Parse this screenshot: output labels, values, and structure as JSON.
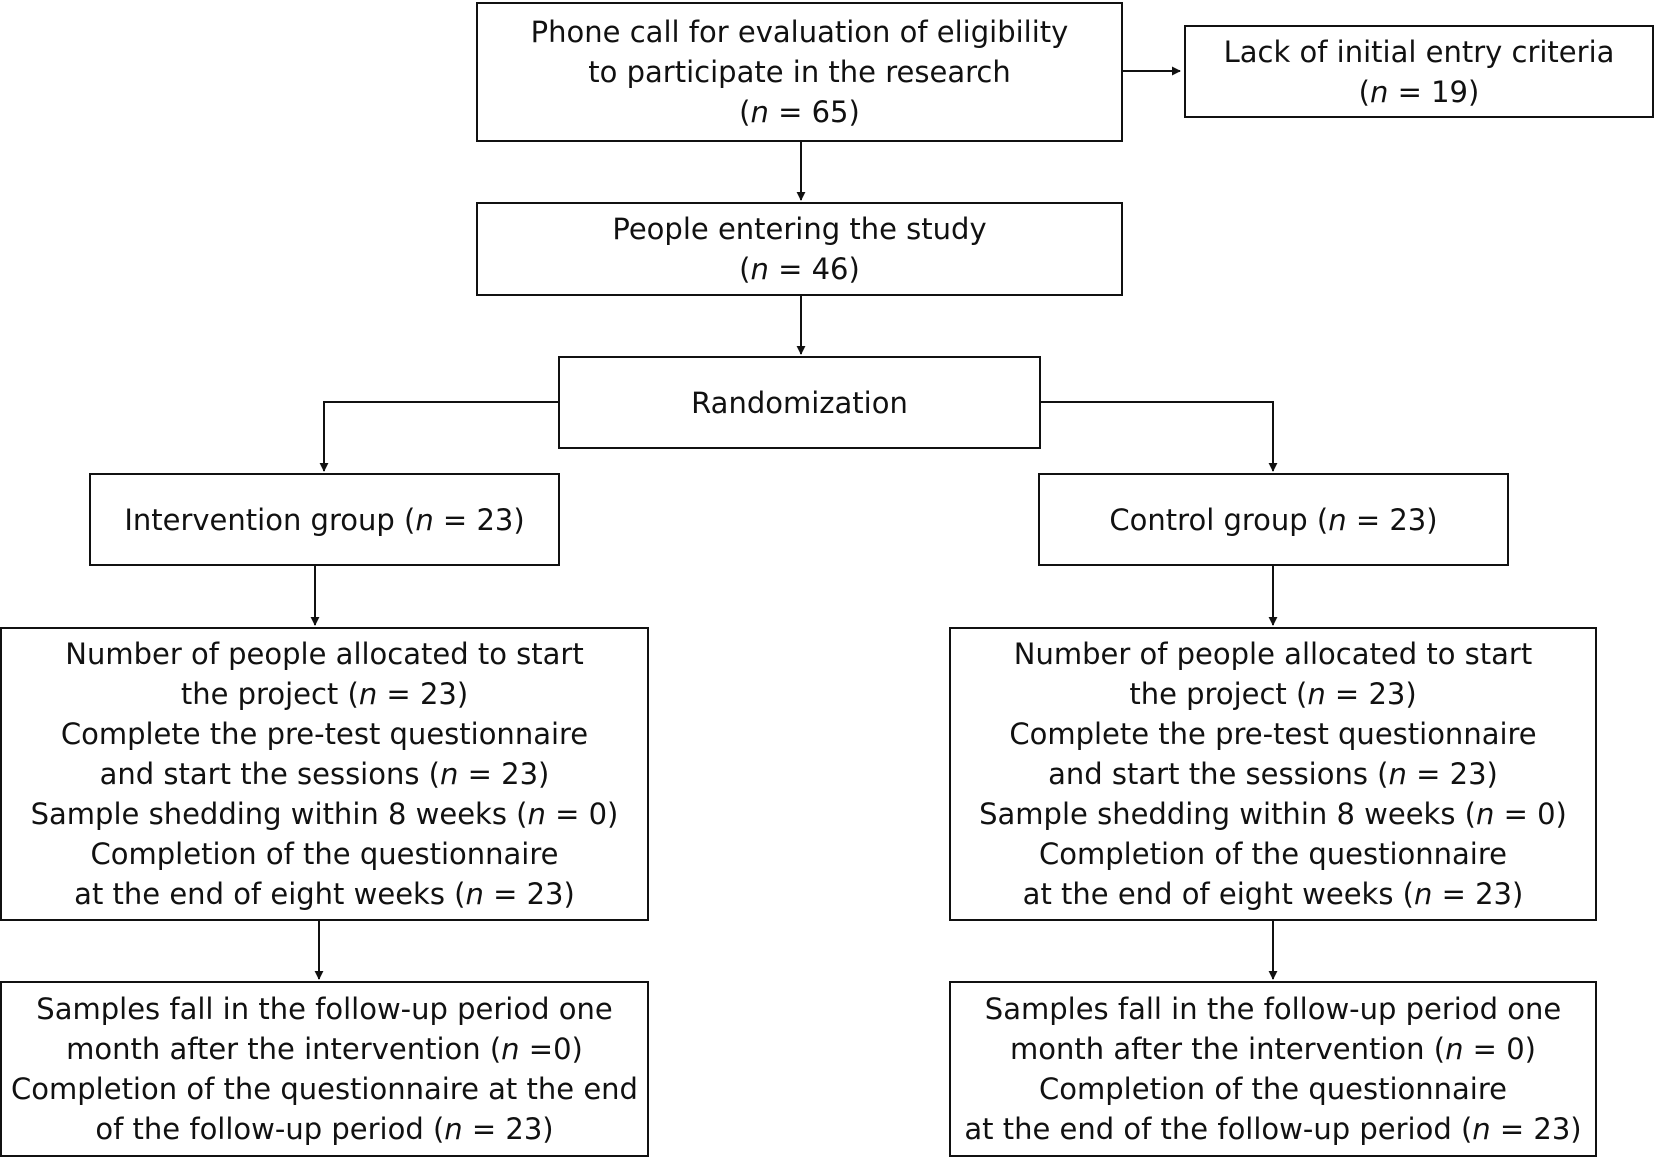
{
  "colors": {
    "stroke": "#111111",
    "background": "#ffffff"
  },
  "nodes": {
    "screening": {
      "lines": [
        "Phone call for evaluation of eligibility",
        "to participate in the research",
        "(*n* =  65)"
      ]
    },
    "excluded": {
      "lines": [
        "Lack of initial entry criteria",
        "(*n* = 19)"
      ]
    },
    "enrolled": {
      "lines": [
        "People entering the study",
        "(*n* = 46)"
      ]
    },
    "randomization": {
      "lines": [
        "Randomization"
      ]
    },
    "intervention": {
      "lines": [
        "Intervention group (*n* = 23)"
      ]
    },
    "control": {
      "lines": [
        "Control group (*n* = 23)"
      ]
    },
    "intervention_allocation": {
      "lines": [
        "Number of people allocated to start",
        "the project (*n* = 23)",
        "Complete the pre-test questionnaire",
        "and start the sessions (*n* = 23)",
        "Sample shedding within 8 weeks (*n* = 0)",
        "Completion of the questionnaire",
        "at the end of eight weeks (*n* = 23)"
      ]
    },
    "control_allocation": {
      "lines": [
        "Number of people allocated to start",
        "the project (*n* = 23)",
        "Complete the pre-test questionnaire",
        "and start the sessions (*n* = 23)",
        "Sample shedding within 8 weeks (*n* = 0)",
        "Completion of the questionnaire",
        "at the end of eight weeks (*n* = 23)"
      ]
    },
    "intervention_followup": {
      "lines": [
        "Samples fall in the follow-up period one",
        "month after the intervention (*n* =0)",
        "Completion of the questionnaire at the end",
        "of the follow-up period (*n* = 23)"
      ]
    },
    "control_followup": {
      "lines": [
        "Samples fall in the follow-up period one",
        "month after the intervention (*n* = 0)",
        "Completion of the questionnaire",
        "at the end of the follow-up period (*n* = 23)"
      ]
    }
  },
  "edges": [
    {
      "from": "screening",
      "to": "excluded"
    },
    {
      "from": "screening",
      "to": "enrolled"
    },
    {
      "from": "enrolled",
      "to": "randomization"
    },
    {
      "from": "randomization",
      "to": "intervention"
    },
    {
      "from": "randomization",
      "to": "control"
    },
    {
      "from": "intervention",
      "to": "intervention_allocation"
    },
    {
      "from": "control",
      "to": "control_allocation"
    },
    {
      "from": "intervention_allocation",
      "to": "intervention_followup"
    },
    {
      "from": "control_allocation",
      "to": "control_followup"
    }
  ]
}
